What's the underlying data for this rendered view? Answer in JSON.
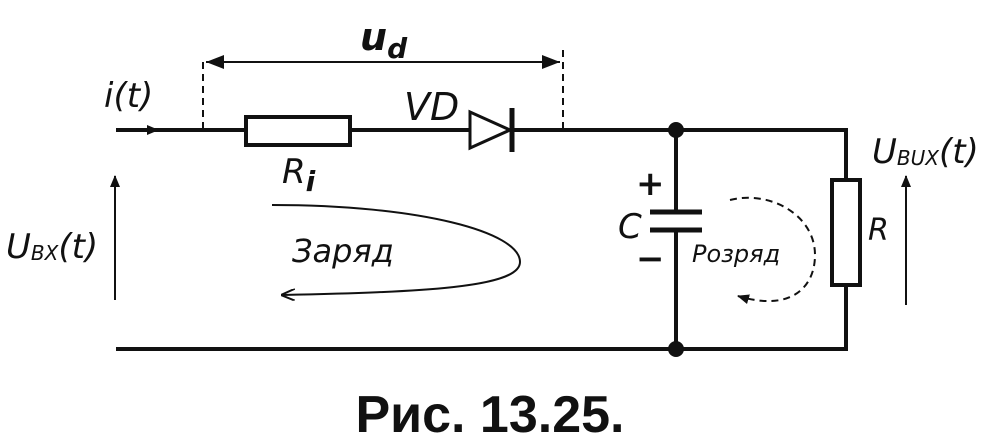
{
  "labels": {
    "current": "i(t)",
    "ud_main": "u",
    "ud_sub": "d",
    "diode": "VD",
    "resistor_i_main": "R",
    "resistor_i_sub": "i",
    "charge": "Заряд",
    "input_main": "U",
    "input_sub": "BX",
    "input_tail": "(t)",
    "capacitor": "C",
    "cap_plus": "+",
    "cap_minus": "−",
    "discharge": "Розряд",
    "load_resistor": "R",
    "output_main": "U",
    "output_sub": "BUX",
    "output_tail": "(t)"
  },
  "caption": "Рис. 13.25."
}
